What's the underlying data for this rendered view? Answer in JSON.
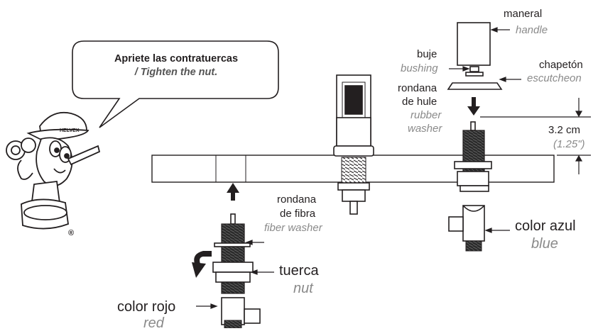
{
  "callout": {
    "line1": "Apriete las contratuercas",
    "line2": "/ Tighten the nut."
  },
  "labels": {
    "handle_es": "maneral",
    "handle_en": "handle",
    "bushing_es": "buje",
    "bushing_en": "bushing",
    "escutcheon_es": "chapetón",
    "escutcheon_en": "escutcheon",
    "rubber_es_1": "rondana",
    "rubber_es_2": "de hule",
    "rubber_en_1": "rubber",
    "rubber_en_2": "washer",
    "fiber_es_1": "rondana",
    "fiber_es_2": "de fibra",
    "fiber_en": "fiber washer",
    "nut_es": "tuerca",
    "nut_en": "nut",
    "blue_es": "color azul",
    "blue_en": "blue",
    "red_es": "color rojo",
    "red_en": "red"
  },
  "dimension": {
    "metric": "3.2 cm",
    "imperial": "(1.25\")"
  },
  "mascot": {
    "cap_text": "HELVEX",
    "mark": "®"
  },
  "colors": {
    "ink": "#231f20",
    "gray_text": "#8a8a8a",
    "thread": "#3a3a3a"
  }
}
